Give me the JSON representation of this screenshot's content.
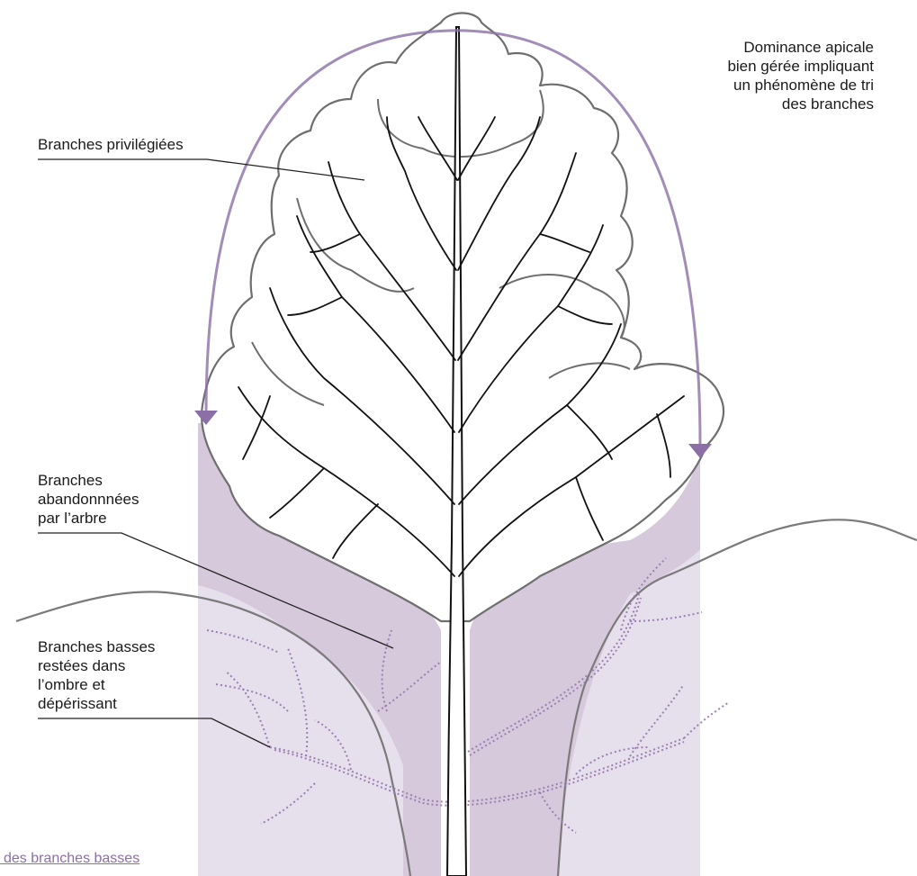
{
  "labels": {
    "apical": "Dominance apicale\nbien gérée impliquant\nun phénomène de tri\ndes branches",
    "privileged": "Branches privilégiées",
    "abandoned": "Branches\nabandonnnées\npar l’arbre",
    "lower": "Branches basses\nrestées dans\nl’ombre et\ndépérissant"
  },
  "footer_link": "l des branches basses",
  "colors": {
    "shade_dark": "#d6c9dc",
    "shade_light": "#e9e3ee",
    "accent": "#8b6fa6",
    "crown_outline": "#6e6e6e",
    "branch": "#111111",
    "leader_line": "#222222"
  },
  "icons": [
    "arrow-down-icon-left",
    "arrow-down-icon-right"
  ]
}
